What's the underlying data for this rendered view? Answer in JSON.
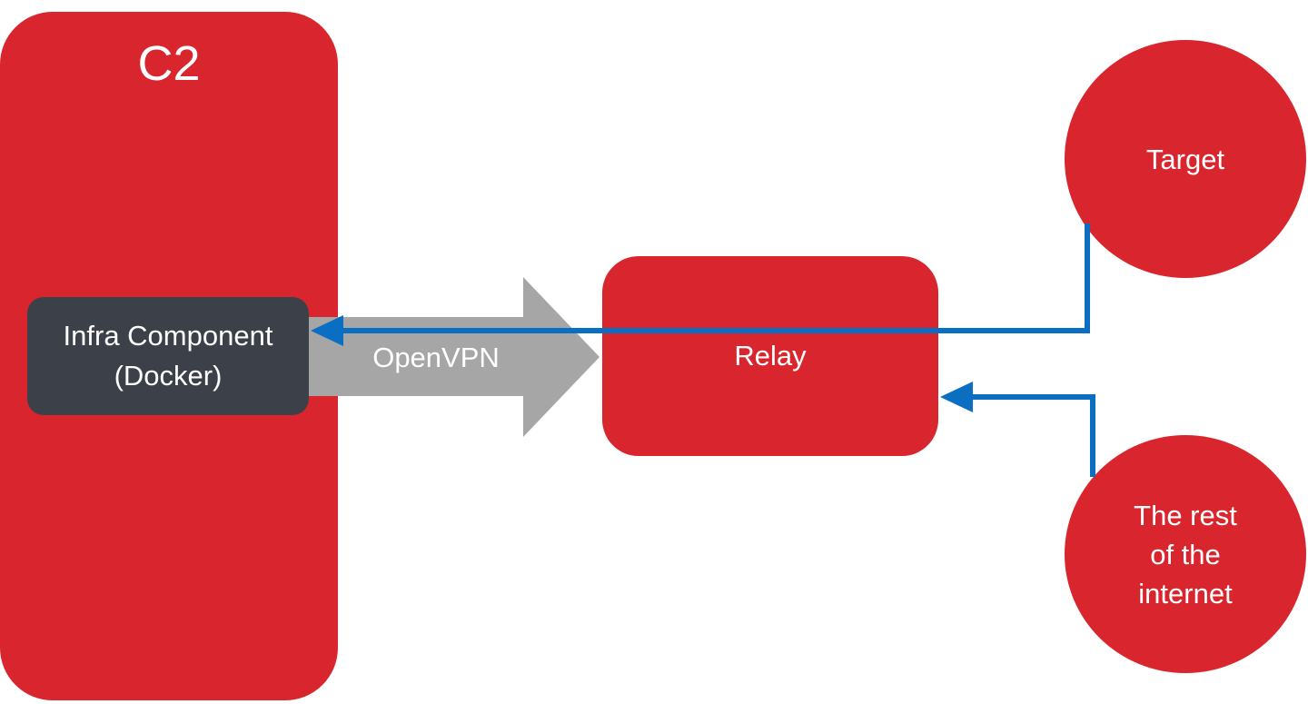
{
  "diagram": {
    "c2": {
      "title": "C2"
    },
    "infra_component": {
      "line1": "Infra Component",
      "line2": "(Docker)"
    },
    "tunnel": {
      "label": "OpenVPN"
    },
    "relay": {
      "label": "Relay"
    },
    "target": {
      "label": "Target"
    },
    "internet": {
      "line1": "The rest",
      "line2": "of the",
      "line3": "internet"
    }
  },
  "colors": {
    "node_red": "#d9262e",
    "component_dark": "#3b4049",
    "tunnel_gray": "#a6a6a6",
    "flow_blue": "#0a6fc2",
    "text_white": "#ffffff"
  }
}
